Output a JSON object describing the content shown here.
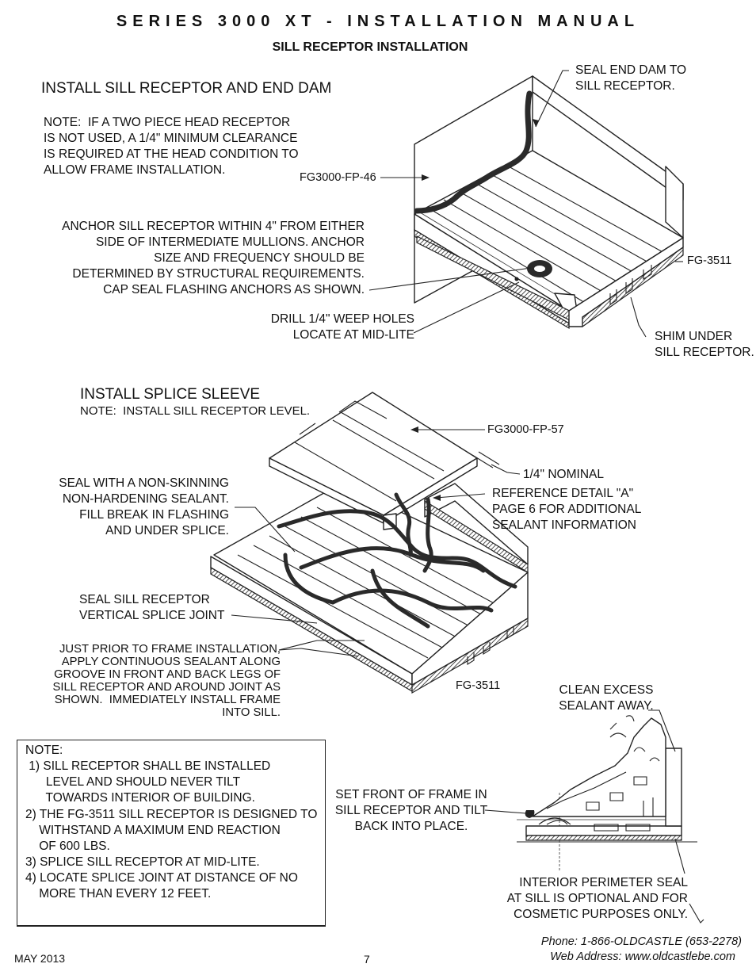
{
  "header": {
    "title": "SERIES 3000 XT - INSTALLATION MANUAL",
    "subtitle": "SILL RECEPTOR INSTALLATION"
  },
  "section1": {
    "heading": "INSTALL SILL RECEPTOR AND END DAM",
    "note": "NOTE:  IF A TWO PIECE HEAD RECEPTOR\nIS NOT USED, A 1/4\" MINIMUM CLEARANCE\nIS REQUIRED AT THE HEAD CONDITION TO\nALLOW FRAME INSTALLATION.",
    "callouts": {
      "seal_end_dam": "SEAL END DAM TO\nSILL RECEPTOR.",
      "fp46": "FG3000-FP-46",
      "anchor": "ANCHOR SILL RECEPTOR WITHIN 4\" FROM EITHER\nSIDE OF INTERMEDIATE MULLIONS. ANCHOR\nSIZE AND FREQUENCY SHOULD BE\nDETERMINED BY STRUCTURAL REQUIREMENTS.\nCAP SEAL FLASHING ANCHORS AS SHOWN.",
      "fg3511": "FG-3511",
      "drill": "DRILL 1/4\" WEEP HOLES\nLOCATE AT MID-LITE",
      "shim": "SHIM UNDER\nSILL RECEPTOR."
    }
  },
  "section2": {
    "heading": "INSTALL SPLICE SLEEVE",
    "note": "NOTE:  INSTALL SILL RECEPTOR LEVEL.",
    "callouts": {
      "fp57": "FG3000-FP-57",
      "nominal": "1/4\" NOMINAL",
      "reference": "REFERENCE DETAIL \"A\"\nPAGE 6 FOR ADDITIONAL\nSEALANT INFORMATION",
      "seal_nonskin": "SEAL WITH A NON-SKINNING\nNON-HARDENING SEALANT.\nFILL BREAK IN FLASHING\nAND UNDER SPLICE.",
      "seal_vertical": "SEAL SILL RECEPTOR\nVERTICAL SPLICE JOINT",
      "just_prior": "JUST PRIOR TO FRAME INSTALLATION,\nAPPLY CONTINUOUS SEALANT ALONG\nGROOVE IN FRONT AND BACK LEGS OF\nSILL RECEPTOR AND AROUND JOINT AS\nSHOWN.  IMMEDIATELY INSTALL FRAME\nINTO SILL.",
      "fg3511": "FG-3511"
    }
  },
  "section3": {
    "notes": {
      "title": "NOTE:",
      "n1": " 1) SILL RECEPTOR SHALL BE INSTALLED\n      LEVEL AND SHOULD NEVER TILT\n      TOWARDS INTERIOR OF BUILDING.",
      "n2": "2) THE FG-3511 SILL RECEPTOR IS DESIGNED TO\n    WITHSTAND A MAXIMUM END REACTION\n    OF 600 LBS.",
      "n3": "3) SPLICE SILL RECEPTOR AT MID-LITE.",
      "n4": "4) LOCATE SPLICE JOINT AT DISTANCE OF NO\n    MORE THAN EVERY 12 FEET."
    },
    "callouts": {
      "clean": "CLEAN EXCESS\nSEALANT AWAY.",
      "set_front": "SET FRONT OF FRAME IN\nSILL RECEPTOR AND TILT\nBACK INTO PLACE.",
      "interior": "INTERIOR PERIMETER SEAL\nAT SILL IS OPTIONAL AND FOR\nCOSMETIC PURPOSES ONLY."
    }
  },
  "footer": {
    "date": "MAY 2013",
    "page": "7",
    "phone": "Phone: 1-866-OLDCASTLE (653-2278)",
    "web": "Web Address: www.oldcastlebe.com"
  }
}
